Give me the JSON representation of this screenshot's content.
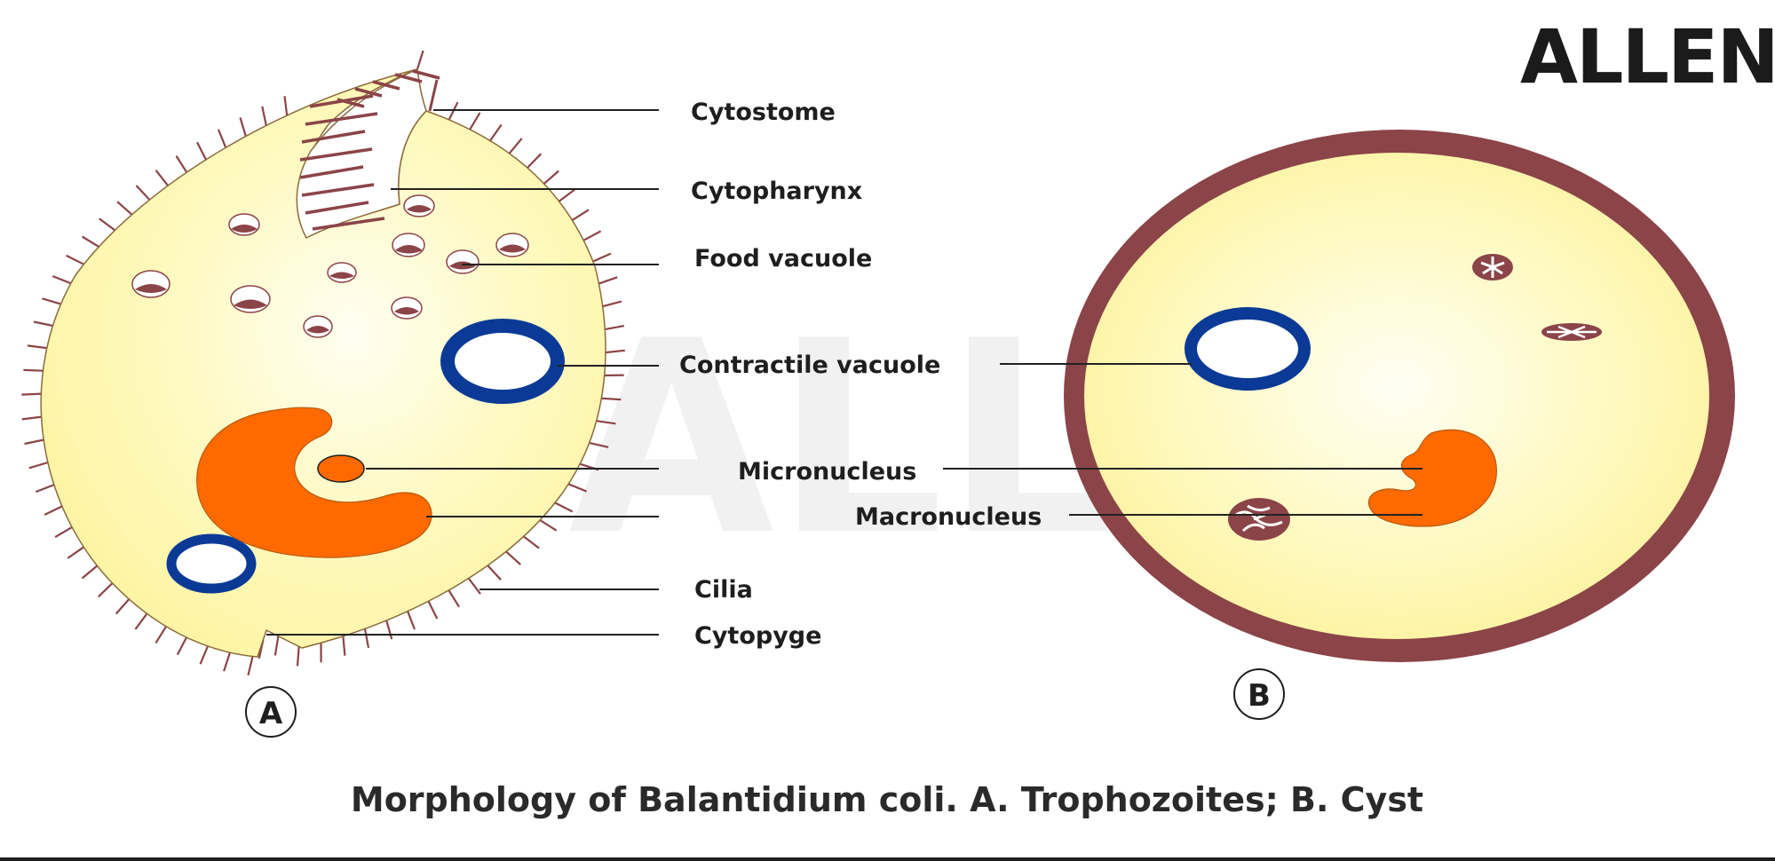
{
  "logo": "ALLEN",
  "watermark": "ALLEN",
  "caption": "Morphology of Balantidium coli. A. Trophozoites; B. Cyst",
  "panels": {
    "a": "A",
    "b": "B"
  },
  "labels": {
    "cytostome": "Cytostome",
    "cytopharynx": "Cytopharynx",
    "food_vacuole": "Food vacuole",
    "contractile_vacuole": "Contractile vacuole",
    "micronucleus": "Micronucleus",
    "macronucleus": "Macronucleus",
    "cilia": "Cilia",
    "cytopyge": "Cytopyge"
  },
  "colors": {
    "cytoplasm": "#FEF7A8",
    "cytoplasm_center": "#FFFEF2",
    "cilia_and_wall": "#8B4448",
    "nucleus": "#FF6A00",
    "contractile_vacuole": "#0A3A96",
    "outline": "#8B6A3A"
  }
}
